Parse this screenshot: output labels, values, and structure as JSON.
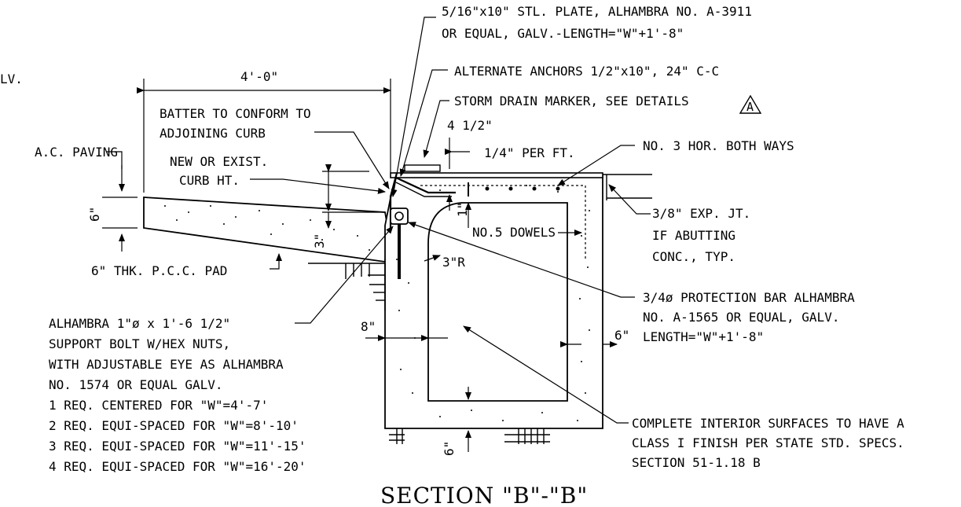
{
  "title": "SECTION \"B\"-\"B\"",
  "corner_fragment": "LV.",
  "dimensions": {
    "pad_width": "4'-0\"",
    "slope_offset": "4 1/2\"",
    "slope": "1/4\" PER FT.",
    "paving_thickness": "6\"",
    "drop": "3\"",
    "cover": "1\"",
    "radius": "3\"R",
    "wall_left": "8\"",
    "wall_right": "6\"",
    "floor": "6\""
  },
  "notes": {
    "plate_1": "5/16\"x10\" STL. PLATE, ALHAMBRA NO. A-3911",
    "plate_2": "OR EQUAL, GALV.-LENGTH=\"W\"+1'-8\"",
    "anchors": "ALTERNATE ANCHORS 1/2\"x10\", 24\" C-C",
    "marker": "STORM DRAIN MARKER, SEE DETAILS",
    "marker_ref": "A",
    "batter_1": "BATTER TO CONFORM TO",
    "batter_2": "ADJOINING CURB",
    "rebar": "NO. 3 HOR. BOTH WAYS",
    "ac_paving": "A.C. PAVING",
    "curb_1": "NEW OR EXIST.",
    "curb_2": "CURB HT.",
    "exp_1": "3/8\" EXP. JT.",
    "exp_2": "IF ABUTTING",
    "exp_3": "CONC., TYP.",
    "dowels": "NO.5 DOWELS",
    "pad": "6\" THK. P.C.C. PAD",
    "prot_1": "3/4ø PROTECTION BAR ALHAMBRA",
    "prot_2": "NO. A-1565 OR EQUAL, GALV.",
    "prot_3": "LENGTH=\"W\"+1'-8\"",
    "bolt_1": "ALHAMBRA 1\"ø x 1'-6 1/2\"",
    "bolt_2": "SUPPORT BOLT W/HEX NUTS,",
    "bolt_3": "WITH ADJUSTABLE EYE AS ALHAMBRA",
    "bolt_4": "NO. 1574 OR EQUAL GALV.",
    "bolt_5": "1 REQ. CENTERED FOR \"W\"=4'-7'",
    "bolt_6": "2 REQ. EQUI-SPACED FOR \"W\"=8'-10'",
    "bolt_7": "3 REQ. EQUI-SPACED FOR \"W\"=11'-15'",
    "bolt_8": "4 REQ. EQUI-SPACED FOR \"W\"=16'-20'",
    "finish_1": "COMPLETE INTERIOR SURFACES TO HAVE A",
    "finish_2": "CLASS I FINISH PER STATE STD. SPECS.",
    "finish_3": "SECTION 51-1.18 B"
  }
}
